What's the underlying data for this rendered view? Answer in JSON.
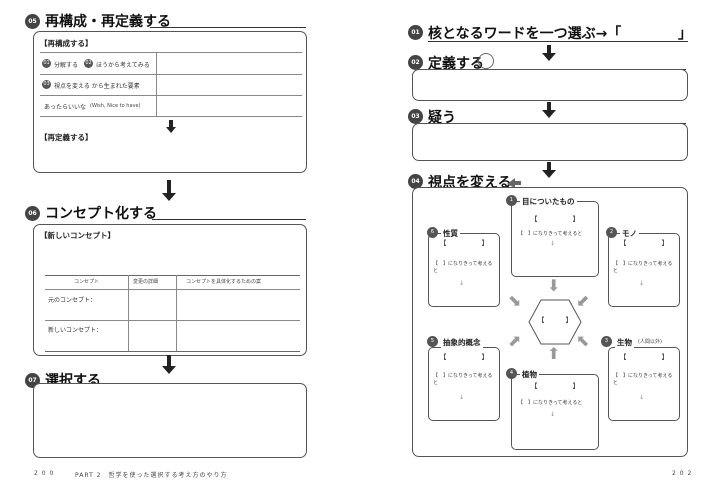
{
  "left": {
    "s05": {
      "num": "05",
      "title": "再構成・再定義する"
    },
    "s05_restructure": "【再構成する】",
    "s05_rows": [
      {
        "n1": "01",
        "t1": "分解する",
        "n2": "02",
        "t2": "ほうから考えてみる"
      },
      {
        "n1": "03",
        "t1": "視点を変える から生まれた要素"
      },
      {
        "t1": "あったらいいな",
        "t2": "(Wish, Nice to have)"
      }
    ],
    "s05_redefine": "【再定義する】",
    "s06": {
      "num": "06",
      "title": "コンセプト化する"
    },
    "s06_new": "【新しいコンセプト】",
    "s06_table_headers": [
      "コンセプト",
      "変更の詳細",
      "コンセプトを具体化するための案"
    ],
    "s06_table_rows": [
      "元のコンセプト：",
      "新しいコンセプト："
    ],
    "s07": {
      "num": "07",
      "title": "選択する"
    },
    "footer_page": "2 0 0",
    "footer_text": "PART 2　哲学を使った選択する考え方のやり方"
  },
  "right": {
    "s01": {
      "num": "01",
      "title": "核となるワードを一つ選ぶ→「",
      "close": "」"
    },
    "s02": {
      "num": "02",
      "title": "定義する"
    },
    "s03": {
      "num": "03",
      "title": "疑う"
    },
    "s04": {
      "num": "04",
      "title": "視点を変える"
    },
    "p1": {
      "num": "1",
      "title": "目についたもの",
      "bracket": "【　　　　　】",
      "hint": "【　】になりきって考えると"
    },
    "p2": {
      "num": "2",
      "title": "モノ",
      "bracket": "【　　　　　】",
      "hint": "【　】になりきって考えると"
    },
    "p3": {
      "num": "3",
      "title": "生物",
      "title_sub": "(人間以外)",
      "bracket": "【　　　　　】",
      "hint": "【　】になりきって考えると"
    },
    "p4": {
      "num": "4",
      "title": "植物",
      "bracket": "【　　　　　】",
      "hint": "【　】になりきって考えると"
    },
    "p5": {
      "num": "5",
      "title": "抽象的概念",
      "bracket": "【　　　　　】",
      "hint": "【　】になりきって考えると"
    },
    "p6": {
      "num": "6",
      "title": "性質",
      "bracket": "【　　　　　】",
      "hint": "【　】になりきって考えると"
    },
    "hex_text": "【　　　】",
    "footer_page": "2 0 2"
  }
}
